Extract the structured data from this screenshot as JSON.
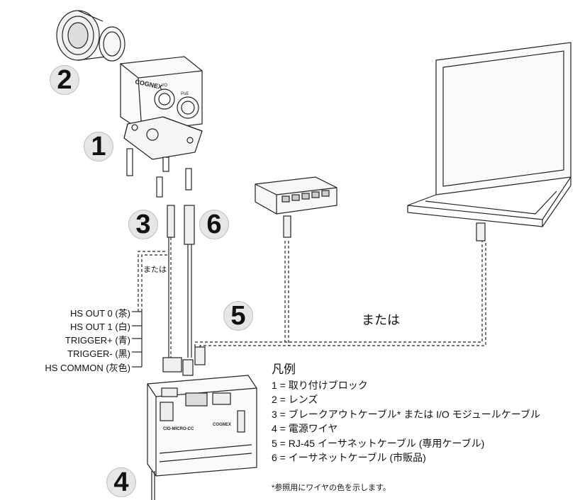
{
  "callouts": [
    "1",
    "2",
    "3",
    "4",
    "5",
    "6"
  ],
  "alternative_label_small": "または",
  "alternative_label_large": "または",
  "wire_labels": [
    "HS OUT 0 (茶)",
    "HS OUT 1 (白)",
    "TRIGGER+ (青)",
    "TRIGGER- (黒)",
    "HS COMMON (灰色)"
  ],
  "device_text": {
    "camera_brand": "COGNEX",
    "io_port": "I/O",
    "poe_port": "PoE",
    "module_model": "CIO-MICRO-CC",
    "module_brand": "COGNEX"
  },
  "legend": {
    "title": "凡例",
    "items": [
      "1 = 取り付けブロック",
      "2 = レンズ",
      "3 = ブレークアウトケーブル* または I/O モジュールケーブル",
      "4 = 電源ワイヤ",
      "5 = RJ-45 イーサネットケーブル (専用ケーブル)",
      "6 = イーサネットケーブル (市販品)"
    ],
    "footnote": "*参照用にワイヤの色を示します。"
  }
}
